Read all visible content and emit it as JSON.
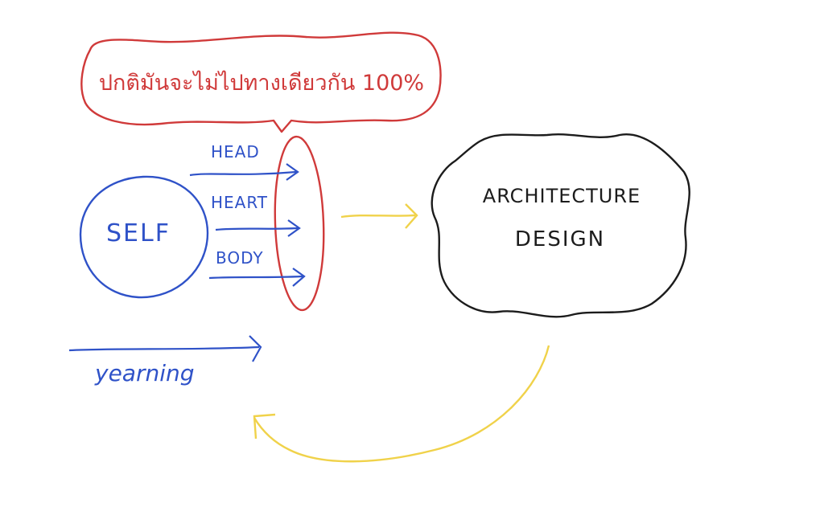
{
  "colors": {
    "background": "#ffffff",
    "blue": "#2f52c8",
    "red": "#d03a3a",
    "black": "#1c1c1c",
    "yellow": "#f0d24a"
  },
  "speech_bubble": {
    "text": "ปกติมันจะไม่ไปทางเดียวกัน 100%"
  },
  "self": {
    "label": "SELF"
  },
  "inputs": [
    {
      "label": "HEAD"
    },
    {
      "label": "HEART"
    },
    {
      "label": "BODY"
    }
  ],
  "cloud": {
    "line1": "ARCHITECTURE",
    "line2": "DESIGN"
  },
  "yearning": {
    "label": "yearning"
  }
}
